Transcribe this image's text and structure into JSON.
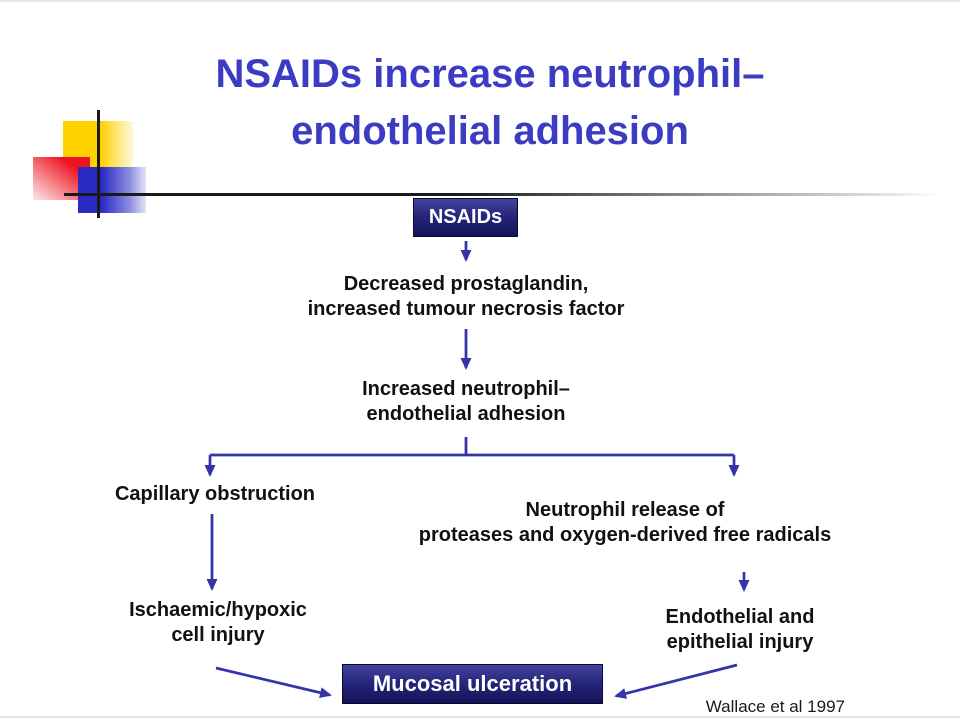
{
  "slide": {
    "title": {
      "line1": "NSAIDs increase neutrophil–",
      "line2": "endothelial adhesion"
    },
    "citation": "Wallace et al 1997"
  },
  "flowchart": {
    "nsaids_box": "NSAIDs",
    "decreased_prostaglandin": {
      "line1": "Decreased prostaglandin,",
      "line2": "increased tumour necrosis factor"
    },
    "increased_adhesion": {
      "line1": "Increased neutrophil–",
      "line2": "endothelial adhesion"
    },
    "capillary_obstruction": "Capillary obstruction",
    "ischaemic_injury": {
      "line1": "Ischaemic/hypoxic",
      "line2": "cell injury"
    },
    "neutrophil_release": {
      "line1": "Neutrophil release of",
      "line2": "proteases and oxygen-derived free radicals"
    },
    "endothelial_injury": {
      "line1": "Endothelial and",
      "line2": "epithelial injury"
    },
    "mucosal_box": "Mucosal ulceration"
  },
  "colors": {
    "title_blue": "#3C3CC2",
    "arrow_blue": "#3434A8",
    "box_navy_dark": "#14145A",
    "box_navy_light": "#44449E",
    "text_black": "#111111",
    "logo_yellow": "#FFD200",
    "logo_red": "#EE1323",
    "logo_blue": "#2B2BC4"
  }
}
